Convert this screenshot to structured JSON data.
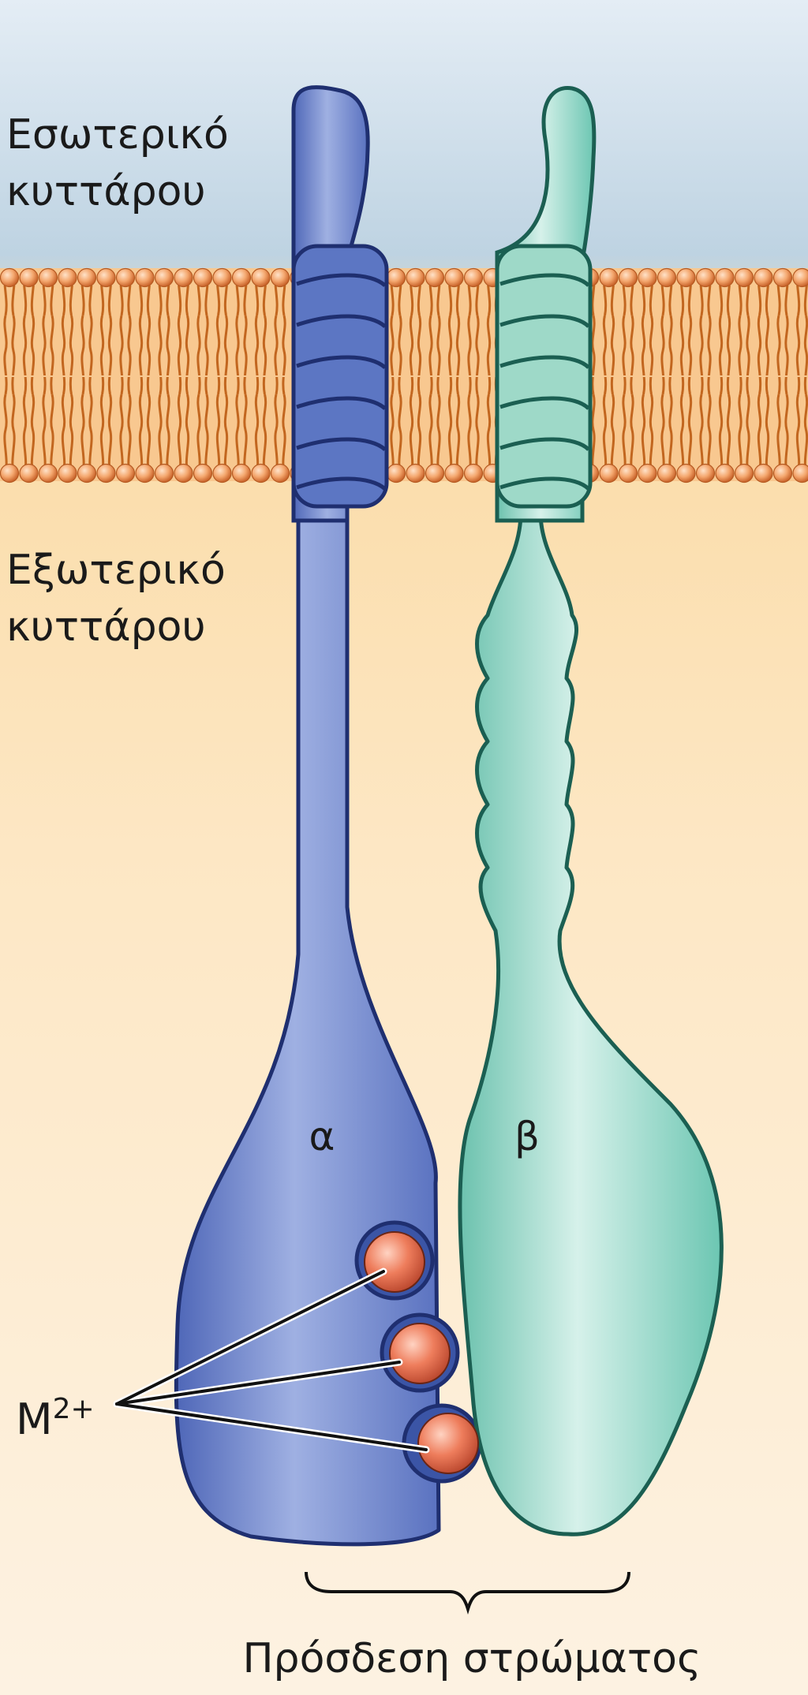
{
  "labels": {
    "intracellular": [
      "Εσωτερικό",
      "κυττάρου"
    ],
    "extracellular": [
      "Εξωτερικό",
      "κυττάρου"
    ],
    "alpha_subunit": "α",
    "beta_subunit": "β",
    "metal_ion": "M",
    "metal_ion_charge": "2+",
    "substrate_binding": "Πρόσδεση στρώματος"
  },
  "colors": {
    "alpha": "#6f86c9",
    "alpha_dark": "#2c3f86",
    "beta": "#8fd3c1",
    "beta_dark": "#2a7a6a",
    "lipid_head": "#f3a26c",
    "lipid_tail": "#c2661f",
    "ion": "#ee7d5c",
    "intracellular_bg": "#c9d8e6",
    "extracellular_bg": "#fde4b8"
  },
  "subunits": [
    {
      "name": "alpha",
      "transmembrane_helix_turns": 6,
      "metal_binding_sites": 3
    },
    {
      "name": "beta",
      "transmembrane_helix_turns": 6,
      "extracellular_repeat_bulges": 5
    }
  ]
}
